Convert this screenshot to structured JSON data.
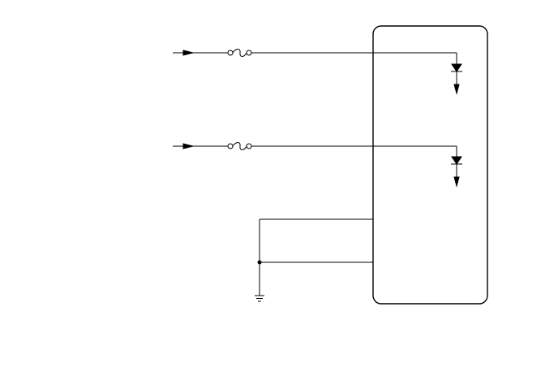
{
  "diagram": {
    "colors": {
      "line": "#000000",
      "background": "#ffffff"
    },
    "inputs": [
      {
        "id": "input-1",
        "symbols": [
          "arrow-icon",
          "fuse-icon"
        ]
      },
      {
        "id": "input-2",
        "symbols": [
          "arrow-icon",
          "fuse-icon"
        ]
      }
    ],
    "module": {
      "internal_elements": [
        "diode-icon",
        "diode-icon"
      ]
    },
    "ground": {
      "connections": 2,
      "symbol": "ground-icon"
    }
  }
}
